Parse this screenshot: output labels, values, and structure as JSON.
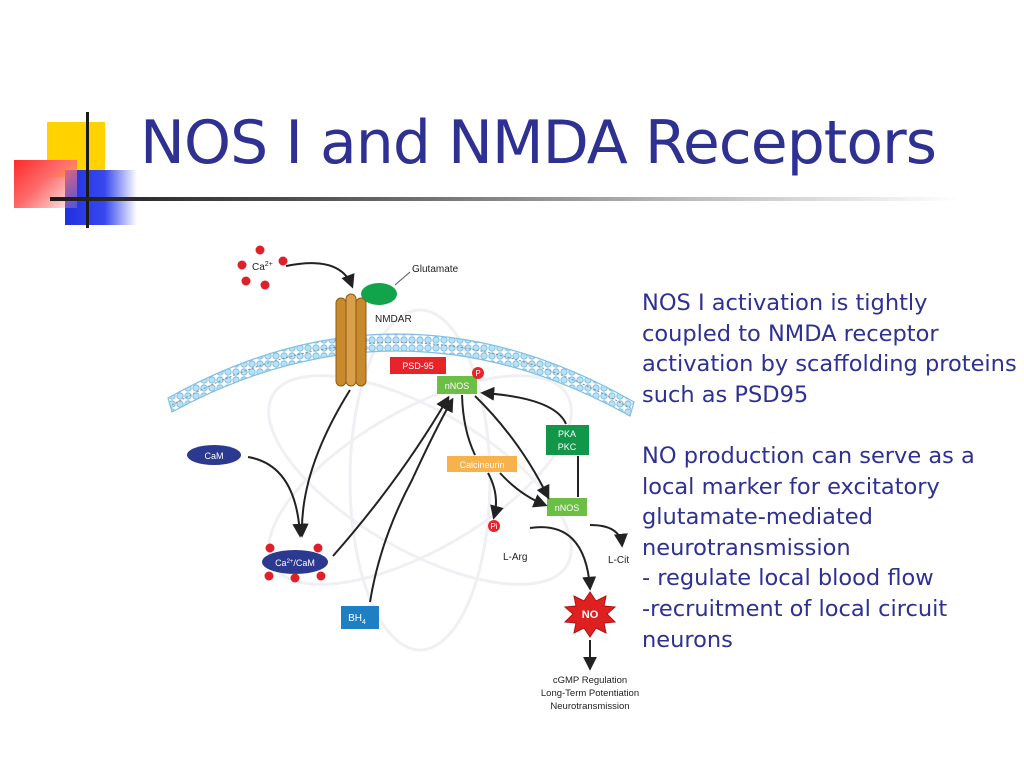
{
  "slide": {
    "title": "NOS I and NMDA Receptors",
    "accent_color": "#2e3192"
  },
  "diagram": {
    "labels": {
      "ca": "Ca",
      "ca_charge": "2+",
      "glutamate": "Glutamate",
      "nmdar": "NMDAR",
      "psd95": "PSD-95",
      "nnos_top": "nNOS",
      "phospho": "P",
      "pka": "PKA",
      "pkc": "PKC",
      "cam": "CaM",
      "calcineurin": "Calcineurin",
      "nnos_bottom": "nNOS",
      "pi": "Pi",
      "l_arg": "L-Arg",
      "l_cit": "L-Cit",
      "ca_cam_ca": "Ca",
      "ca_cam_charge": "2+",
      "ca_cam_rest": "/CaM",
      "bh4": "BH",
      "bh4_sub": "4",
      "no": "NO",
      "outcome_1": "cGMP Regulation",
      "outcome_2": "Long-Term Potentiation",
      "outcome_3": "Neurotransmission"
    },
    "colors": {
      "membrane": "#a8d8f0",
      "receptor": "#c98a2e",
      "glutamate": "#12a44a",
      "psd95": "#e8232a",
      "nnos": "#6cbe45",
      "pka_pkc": "#12964a",
      "calcineurin": "#f7b24a",
      "cam": "#2b3990",
      "bh4": "#1e7fc4",
      "no_burst": "#e02020",
      "calcium_dot": "#e02028",
      "arrow": "#222222"
    }
  },
  "text_panel": {
    "paragraph_1": [
      "NOS I activation is tightly",
      "coupled to NMDA receptor",
      "activation by scaffolding proteins",
      "such as PSD95"
    ],
    "paragraph_2": [
      "NO production can serve as a",
      "local marker for excitatory",
      "glutamate-mediated",
      "neurotransmission",
      "- regulate local blood flow",
      "-recruitment of local circuit",
      "neurons"
    ]
  }
}
